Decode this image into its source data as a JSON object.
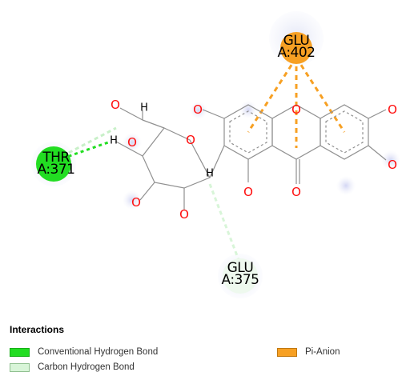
{
  "residues": {
    "glu402": {
      "name": "GLU",
      "id": "A:402"
    },
    "thr371": {
      "name": "THR",
      "id": "A:371"
    },
    "glu375": {
      "name": "GLU",
      "id": "A:375"
    }
  },
  "atoms": {
    "oxygen": "O",
    "hydrogen": "H"
  },
  "legend": {
    "title": "Interactions",
    "items": [
      {
        "label": "Conventional Hydrogen Bond",
        "color": "#22dd22"
      },
      {
        "label": "Carbon Hydrogen Bond",
        "color": "#d8f5d8"
      },
      {
        "label": "Pi-Anion",
        "color": "#f7a023"
      }
    ]
  }
}
